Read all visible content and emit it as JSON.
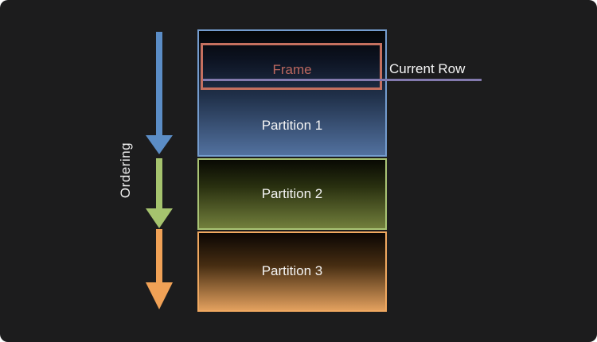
{
  "ordering": {
    "label": "Ordering"
  },
  "frame": {
    "label": "Frame"
  },
  "current_row": {
    "label": "Current Row"
  },
  "partitions": [
    {
      "label": "Partition 1"
    },
    {
      "label": "Partition 2"
    },
    {
      "label": "Partition 3"
    }
  ],
  "colors": {
    "panel_background": "#1c1c1d",
    "arrow_blue": "#5b8dc6",
    "arrow_green": "#a5c36e",
    "arrow_orange": "#f0a156",
    "partition1_border": "#749cce",
    "partition1_fill_bottom": "#52719f",
    "partition2_border": "#a9c475",
    "partition2_fill_bottom": "#727f3c",
    "partition3_border": "#f0a860",
    "partition3_fill_bottom": "#e2a05e",
    "frame_border": "#c5705f",
    "frame_text": "#bc685f",
    "current_row_line": "#837aae",
    "label_text": "#f5f5f5"
  }
}
